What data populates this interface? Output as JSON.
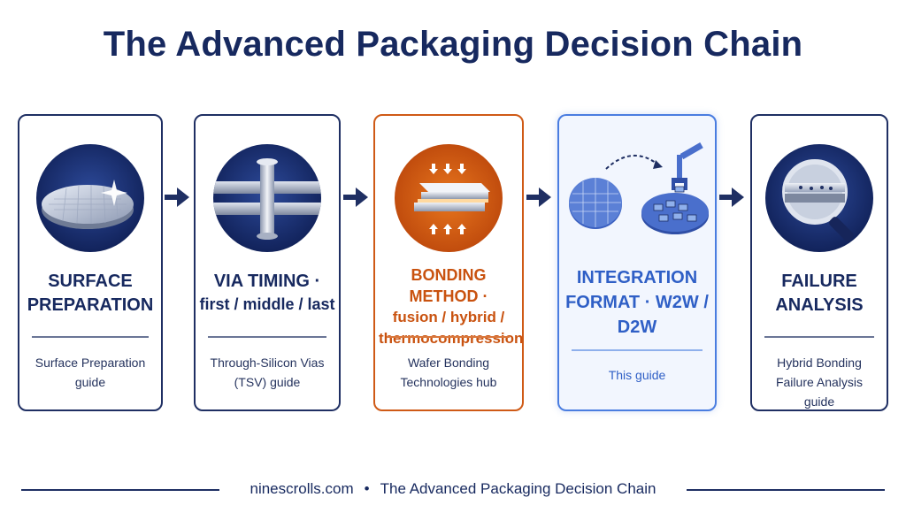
{
  "title": "The Advanced Packaging Decision Chain",
  "steps": [
    {
      "heading": "SURFACE",
      "subheading": "PREPARATION",
      "link": "Surface Preparation guide",
      "icon": "wafer-icon"
    },
    {
      "heading": "VIA TIMING ·",
      "subheading": "first / middle / last",
      "link": "Through-Silicon Vias (TSV) guide",
      "icon": "via-icon"
    },
    {
      "heading": "BONDING METHOD ·",
      "subheading": "fusion / hybrid / thermocompression",
      "link": "Wafer Bonding Technologies hub",
      "icon": "bonding-press-icon"
    },
    {
      "heading": "INTEGRATION",
      "subheading": "FORMAT · W2W / D2W",
      "link": "This guide",
      "icon": "wafer-to-die-icon"
    },
    {
      "heading": "FAILURE",
      "subheading": "ANALYSIS",
      "link": "Hybrid Bonding Failure Analysis guide",
      "icon": "magnifier-icon"
    }
  ],
  "footer": {
    "site": "ninescrolls.com",
    "separator": "•",
    "title": "The Advanced Packaging Decision Chain"
  },
  "colors": {
    "navy": "#17295f",
    "orange": "#cf5a16",
    "blue": "#4a7de0"
  }
}
